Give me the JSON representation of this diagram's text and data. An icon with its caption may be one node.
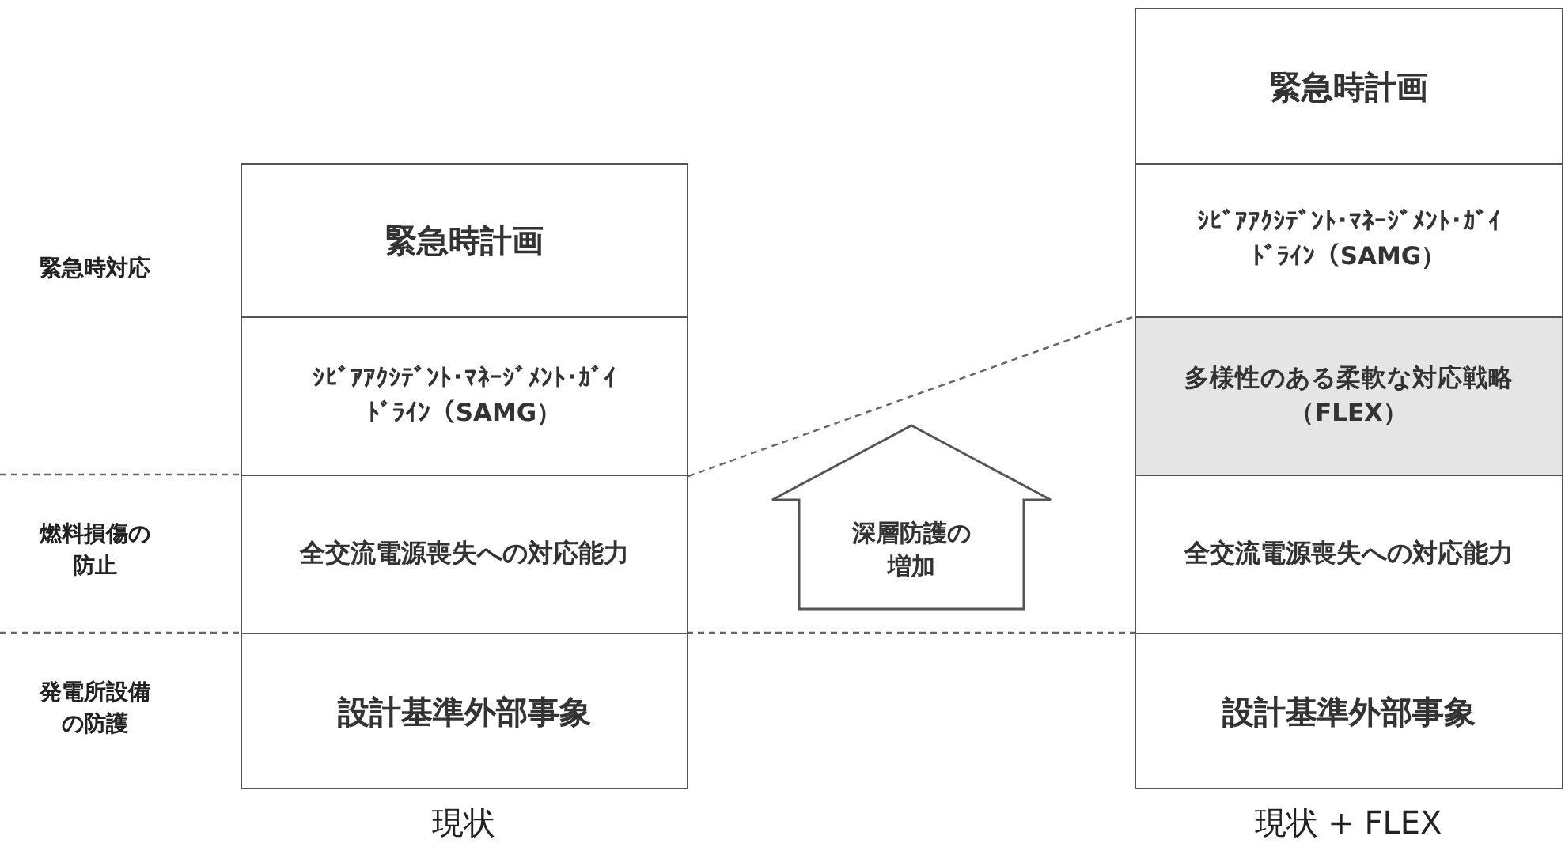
{
  "diagram": {
    "nodes": [
      {
        "text": [
          "緊急時計画"
        ]
      },
      {
        "text": [
          "ｼﾋﾞｱｱｸｼﾃﾞﾝﾄ･ﾏﾈｰｼﾞﾒﾝﾄ･ｶﾞｲﾄﾞﾗｲﾝ（SAMG）"
        ]
      },
      {
        "text": [
          "全交流電源喪失への対応能力"
        ]
      },
      {
        "text": [
          "設計基準外部事象"
        ]
      },
      {
        "text": [
          "緊急時計画"
        ]
      },
      {
        "text": [
          "ｼﾋﾞｱｱｸｼﾃﾞﾝﾄ･ﾏﾈｰｼﾞﾒﾝﾄ･ｶﾞｲﾄﾞﾗｲﾝ（SAMG）"
        ]
      },
      {
        "text": [
          "多様性のある柔軟な対応戦略（FLEX）"
        ]
      },
      {
        "text": [
          "全交流電源喪失への対応能力"
        ]
      },
      {
        "text": [
          "設計基準外部事象"
        ]
      },
      {
        "text": [
          "深層防護の増加"
        ]
      }
    ],
    "edges": [
      {
        "from": 1,
        "to": 6,
        "arrow": "none",
        "style": "dashed"
      }
    ],
    "labels": [
      "緊急時対応",
      "燃料損傷の防止",
      "発電所設備の防護",
      "現状",
      "現状 + FLEX"
    ]
  }
}
